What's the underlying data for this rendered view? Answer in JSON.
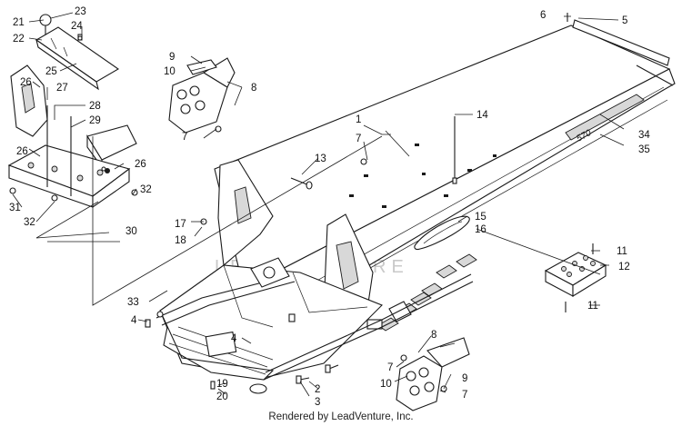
{
  "labels": {
    "l1": "1",
    "l2": "2",
    "l3": "3",
    "l4a": "4",
    "l4b": "4",
    "l5": "5",
    "l6": "6",
    "l7a": "7",
    "l7b": "7",
    "l7c": "7",
    "l7d": "7",
    "l8a": "8",
    "l8b": "8",
    "l9a": "9",
    "l9b": "9",
    "l10a": "10",
    "l10b": "10",
    "l11a": "11",
    "l11b": "11",
    "l12": "12",
    "l13": "13",
    "l14": "14",
    "l15": "15",
    "l16": "16",
    "l17": "17",
    "l18": "18",
    "l19": "19",
    "l20": "20",
    "l21": "21",
    "l22": "22",
    "l23": "23",
    "l24": "24",
    "l25": "25",
    "l26a": "26",
    "l26b": "26",
    "l26c": "26",
    "l27": "27",
    "l28": "28",
    "l29": "29",
    "l30": "30",
    "l31": "31",
    "l32a": "32",
    "l32b": "32",
    "l33": "33",
    "l34": "34",
    "l35": "35"
  },
  "tunnel_decal": "570",
  "watermark": "LEADVENTURE",
  "credit": "Rendered by LeadVenture, Inc."
}
